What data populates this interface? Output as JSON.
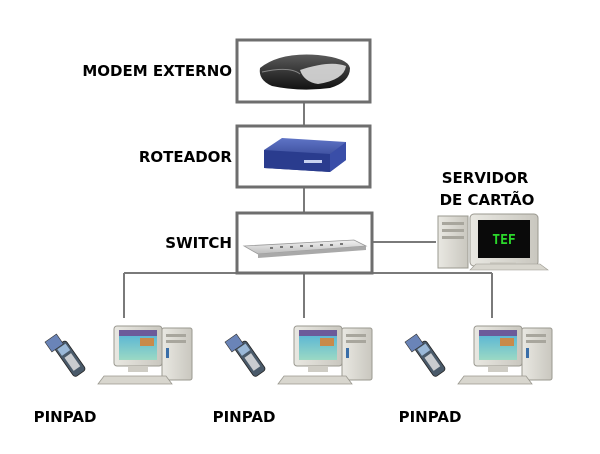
{
  "devices": {
    "modem": {
      "label": "MODEM EXTERNO",
      "icon": "modem-icon"
    },
    "router": {
      "label": "ROTEADOR",
      "icon": "router-icon"
    },
    "switch": {
      "label": "SWITCH",
      "icon": "switch-icon"
    },
    "server": {
      "label_line1": "SERVIDOR",
      "label_line2": "DE CARTÃO",
      "screen_text": "TEF",
      "icon": "card-server-icon"
    },
    "pinpads": [
      {
        "label": "PINPAD",
        "icon": "pinpad-workstation-icon"
      },
      {
        "label": "PINPAD",
        "icon": "pinpad-workstation-icon"
      },
      {
        "label": "PINPAD",
        "icon": "pinpad-workstation-icon"
      }
    ]
  },
  "colors": {
    "box_border": "#6e6e6e",
    "connector": "#7a7a7a",
    "server_screen_text": "#2bd82b"
  }
}
